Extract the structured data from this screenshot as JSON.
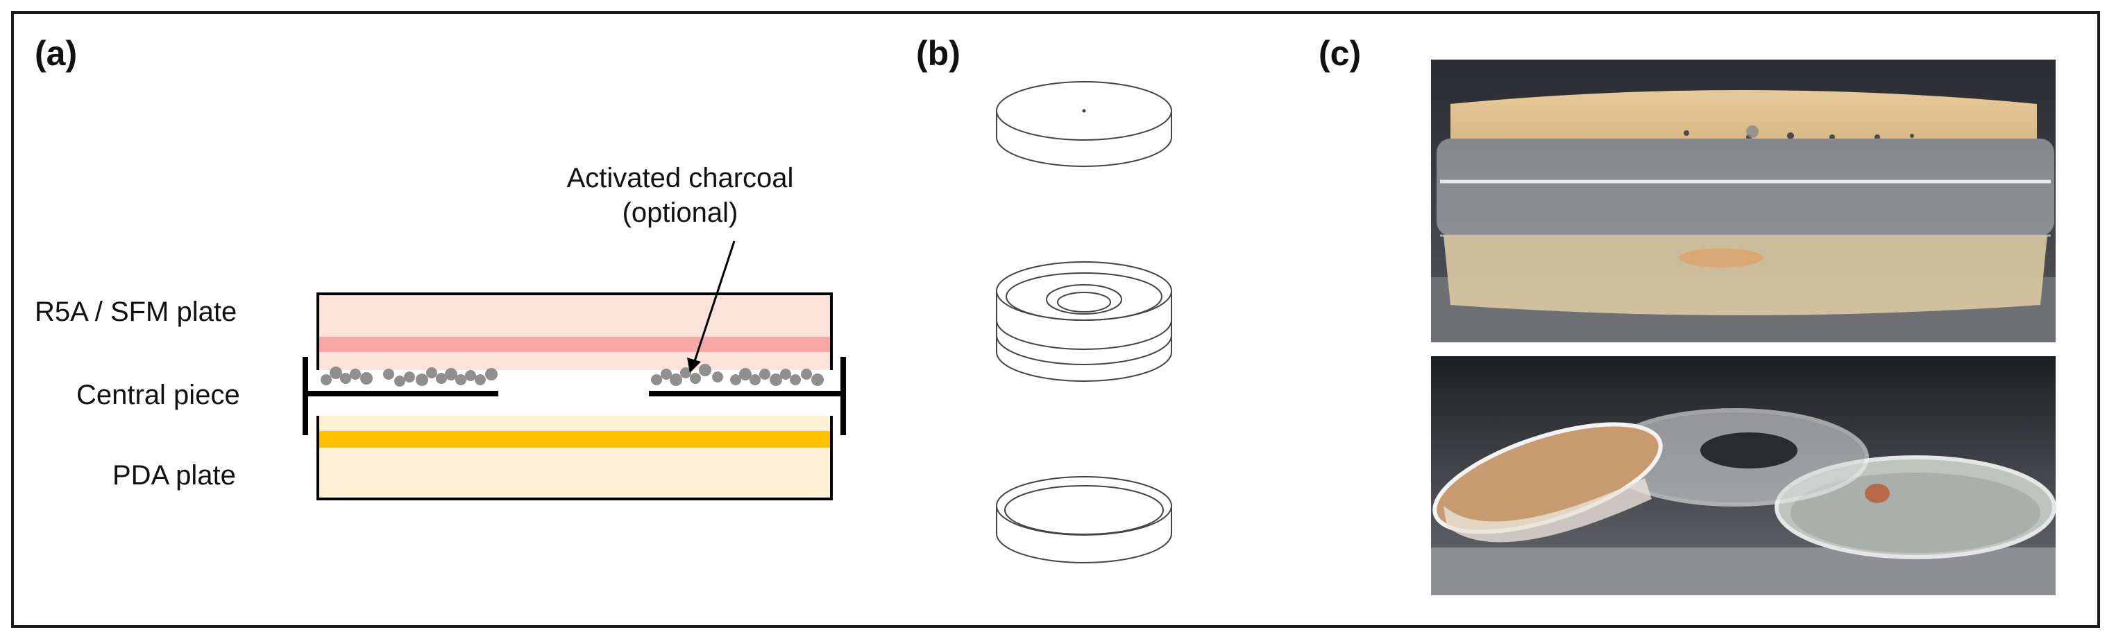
{
  "panels": {
    "a": {
      "label": "(a)",
      "layers": {
        "top": "R5A / SFM plate",
        "middle": "Central piece",
        "bottom": "PDA plate"
      },
      "annotation": {
        "line1": "Activated charcoal",
        "line2": "(optional)"
      }
    },
    "b": {
      "label": "(b)"
    },
    "c": {
      "label": "(c)"
    }
  },
  "colors": {
    "top_plate_fill": "#fbe3dc",
    "top_plate_band": "#f7a7a5",
    "bottom_plate_fill": "#fff1d6",
    "bottom_plate_band": "#ffc000",
    "charcoal": "#8f8f8f",
    "outline": "#000000"
  }
}
